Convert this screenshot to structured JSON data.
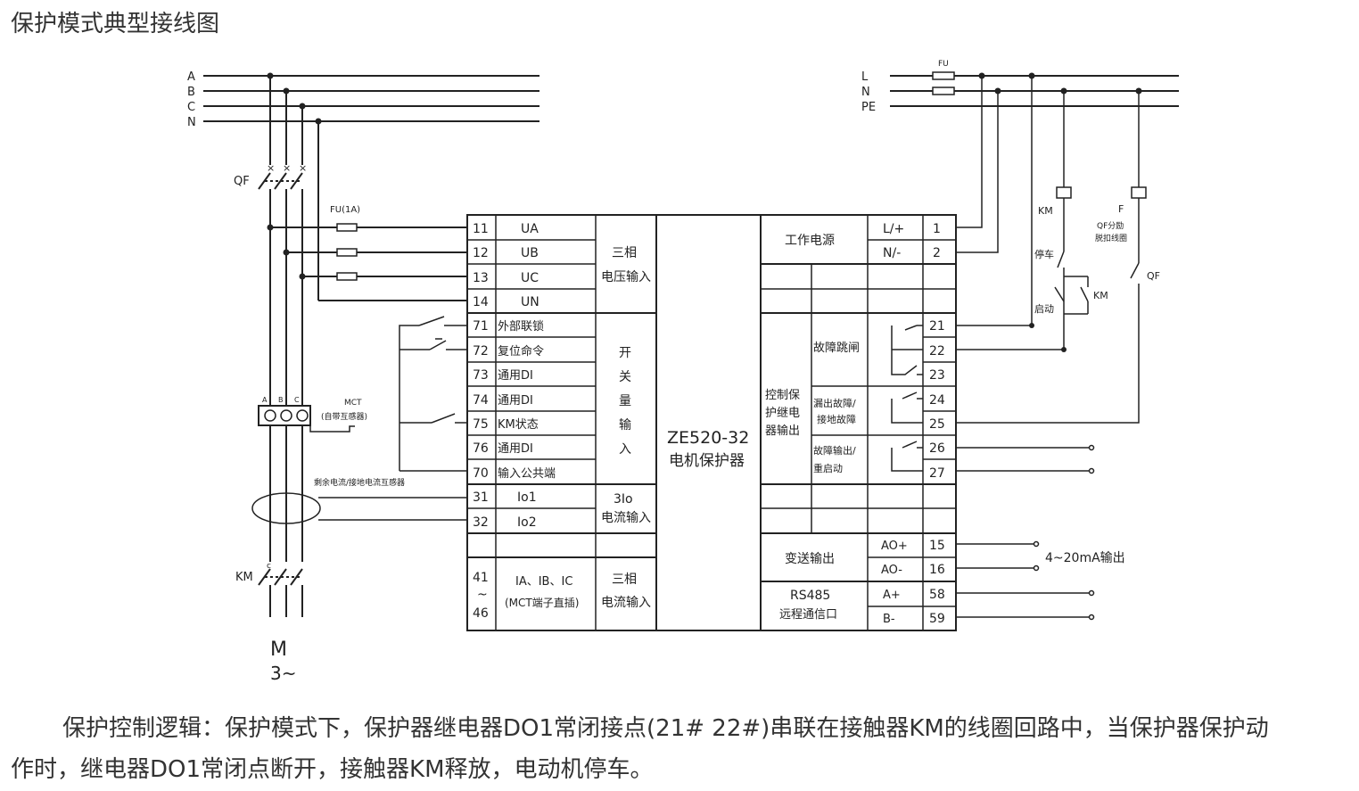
{
  "heading": "保护模式典型接线图",
  "device_name": [
    "ZE520-32",
    "电机保护器"
  ],
  "bus_left": [
    "A",
    "B",
    "C",
    "N"
  ],
  "bus_right": [
    "L",
    "N",
    "PE"
  ],
  "labels": {
    "qf": "QF",
    "fu_1a": "FU(1A)",
    "fu": "FU",
    "mct": "MCT",
    "mct_note": "(自带互感器)",
    "mct_abc": [
      "A",
      "B",
      "C"
    ],
    "residual_ct": "剩余电流/接地电流互感器",
    "km_main": "KM",
    "motor": "M",
    "motor_sub": "3~",
    "km_coil": "KM",
    "f_coil": "F",
    "qf_coil": [
      "QF分励",
      "脱扣线圈"
    ],
    "stop": "停车",
    "start": "启动",
    "km_aux": "KM",
    "qf_aux": "QF",
    "out_420": "4~20mA输出"
  },
  "left_terminals": [
    {
      "num": "11",
      "name": "UA"
    },
    {
      "num": "12",
      "name": "UB"
    },
    {
      "num": "13",
      "name": "UC"
    },
    {
      "num": "14",
      "name": "UN"
    },
    {
      "num": "71",
      "name": "外部联锁"
    },
    {
      "num": "72",
      "name": "复位命令"
    },
    {
      "num": "73",
      "name": "通用DI"
    },
    {
      "num": "74",
      "name": "通用DI"
    },
    {
      "num": "75",
      "name": "KM状态"
    },
    {
      "num": "76",
      "name": "通用DI"
    },
    {
      "num": "70",
      "name": "输入公共端"
    },
    {
      "num": "31",
      "name": "Io1"
    },
    {
      "num": "32",
      "name": "Io2"
    }
  ],
  "left_groups": {
    "voltage": [
      "三相",
      "电压输入"
    ],
    "switch": [
      "开",
      "关",
      "量",
      "输",
      "入"
    ],
    "residual": [
      "3Io",
      "电流输入"
    ],
    "ct_terms": [
      "41",
      "~",
      "46"
    ],
    "ct_desc": [
      "IA、IB、IC",
      "(MCT端子直插)"
    ],
    "ct_group": [
      "三相",
      "电流输入"
    ]
  },
  "right_groups": {
    "power": "工作电源",
    "power_terms": [
      {
        "sig": "L/+",
        "num": "1"
      },
      {
        "sig": "N/-",
        "num": "2"
      }
    ],
    "relay_group": [
      "控制保",
      "护继电",
      "器输出"
    ],
    "fault_trip": "故障跳闸",
    "leak_fault": [
      "漏出故障/",
      "接地故障"
    ],
    "fault_restart": [
      "故障输出/",
      "重启动"
    ],
    "relay_terms": [
      "21",
      "22",
      "23",
      "24",
      "25",
      "26",
      "27"
    ],
    "analog": "变送输出",
    "analog_terms": [
      {
        "sig": "AO+",
        "num": "15"
      },
      {
        "sig": "AO-",
        "num": "16"
      }
    ],
    "rs485": [
      "RS485",
      "远程通信口"
    ],
    "rs485_terms": [
      {
        "sig": "A+",
        "num": "58"
      },
      {
        "sig": "B-",
        "num": "59"
      }
    ]
  },
  "paragraph": [
    "保护控制逻辑：保护模式下，保护器继电器DO1常闭接点(21# 22#)串联在接触器KM的线圈回路中，当保护器保护动",
    "作时，继电器DO1常闭点断开，接触器KM释放，电动机停车。"
  ]
}
